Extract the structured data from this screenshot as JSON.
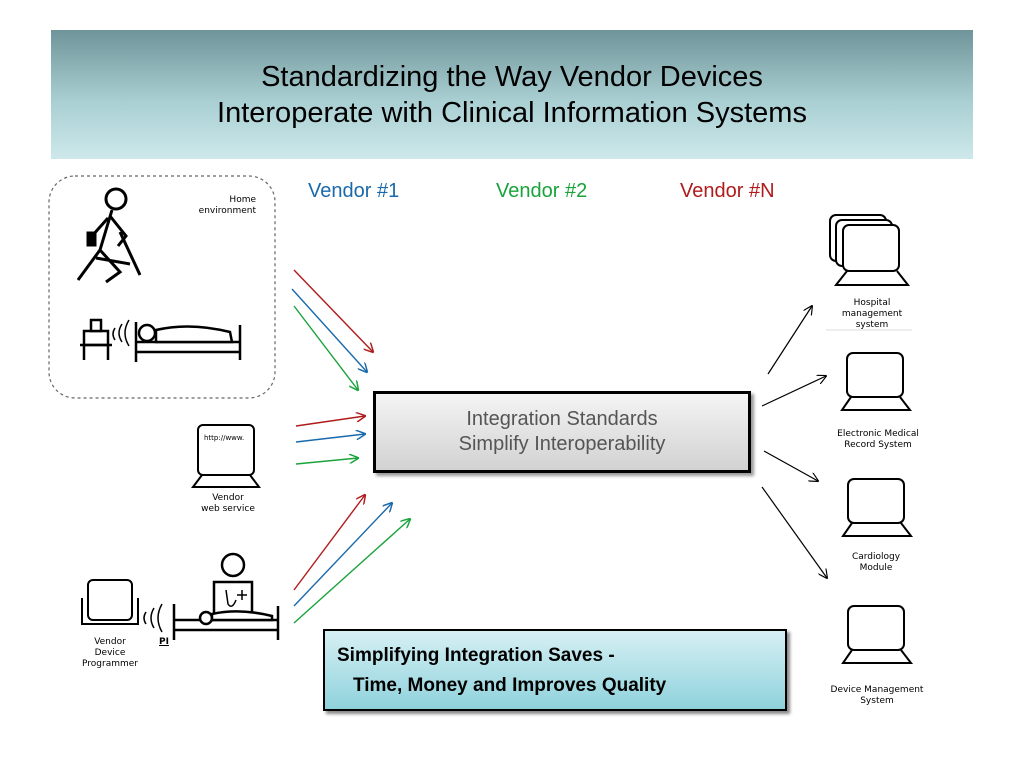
{
  "title": {
    "line1": "Standardizing the Way Vendor Devices",
    "line2": "Interoperate with Clinical Information Systems"
  },
  "vendors": [
    {
      "label": "Vendor #1",
      "color": "#1a6aab"
    },
    {
      "label": "Vendor #2",
      "color": "#1aa33c"
    },
    {
      "label": "Vendor #N",
      "color": "#b01b1b"
    }
  ],
  "sources": {
    "home": {
      "line1": "Home",
      "line2": "environment"
    },
    "web": {
      "url": "http://www.",
      "line1": "Vendor",
      "line2": "web service"
    },
    "programmer": {
      "line1": "Vendor",
      "line2": "Device",
      "line3": "Programmer",
      "tag": "PI"
    }
  },
  "center": {
    "line1": "Integration Standards",
    "line2": "Simplify Interoperability"
  },
  "targets": [
    {
      "line1": "Hospital",
      "line2": "management",
      "line3": "system"
    },
    {
      "line1": "Electronic Medical",
      "line2": "Record System"
    },
    {
      "line1": "Cardiology",
      "line2": "Module"
    },
    {
      "line1": "Device Management",
      "line2": "System"
    }
  ],
  "callout": {
    "line1": "Simplifying Integration Saves -",
    "line2": "Time, Money and Improves Quality"
  }
}
